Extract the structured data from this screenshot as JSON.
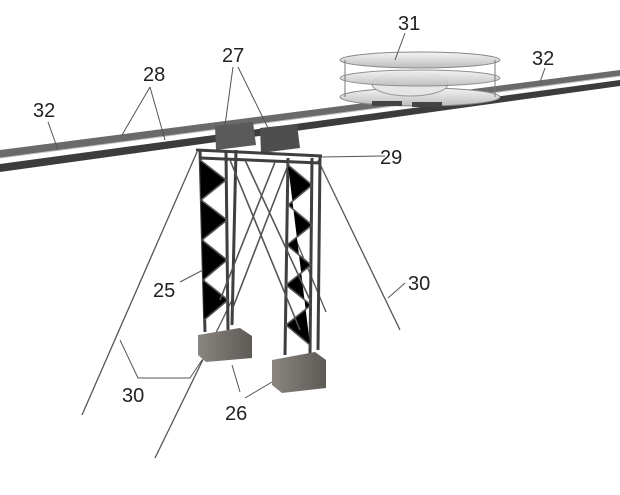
{
  "labels": {
    "vehicle": "31",
    "rail_right": "32",
    "rail_left": "32",
    "rails": "28",
    "rail_supports": "27",
    "tower_top": "29",
    "tower": "25",
    "cable_right": "30",
    "cable_left": "30",
    "foundations": "26"
  }
}
